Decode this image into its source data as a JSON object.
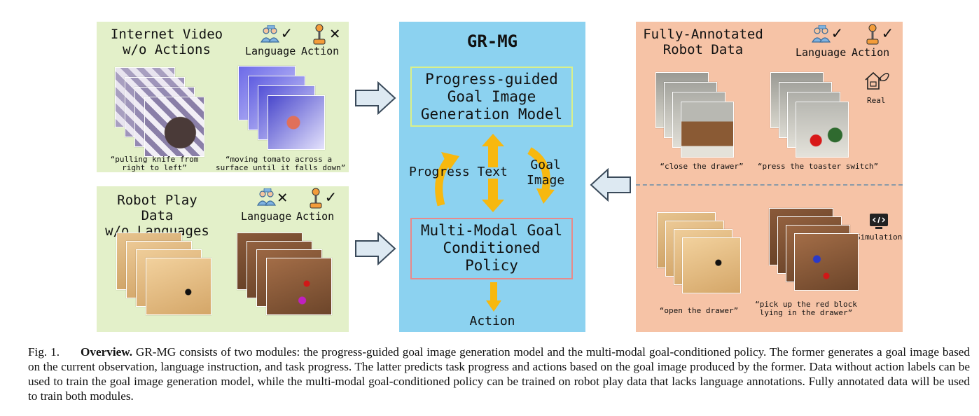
{
  "figure": {
    "left_top": {
      "title_line1": "Internet Video",
      "title_line2": "w/o Actions",
      "language_label": "Language",
      "action_label": "Action",
      "language_mark": "✓",
      "action_mark": "✕",
      "caption1_line1": "“pulling knife from",
      "caption1_line2": "right to left”",
      "caption2_line1": "“moving tomato across a",
      "caption2_line2": "surface until it falls down”"
    },
    "left_bottom": {
      "title_line1": "Robot Play Data",
      "title_line2": "w/o Languages",
      "language_label": "Language",
      "action_label": "Action",
      "language_mark": "✕",
      "action_mark": "✓"
    },
    "center": {
      "title": "GR-MG",
      "top_box_line1": "Progress-guided",
      "top_box_line2": "Goal Image",
      "top_box_line3": "Generation Model",
      "progress_text": "Progress Text",
      "goal_image_line1": "Goal",
      "goal_image_line2": "Image",
      "bottom_box_line1": "Multi-Modal Goal",
      "bottom_box_line2": "Conditioned",
      "bottom_box_line3": "Policy",
      "action": "Action"
    },
    "right": {
      "title_line1": "Fully-Annotated",
      "title_line2": "Robot Data",
      "language_label": "Language",
      "action_label": "Action",
      "language_mark": "✓",
      "action_mark": "✓",
      "real_label": "Real",
      "sim_label": "Simulation",
      "caption1": "“close the drawer”",
      "caption2": "“press the toaster switch”",
      "caption3": "“open the drawer”",
      "caption4_line1": "“pick up the red block",
      "caption4_line2": "lying in the drawer”"
    },
    "colors": {
      "left_panel": "#e3f0c9",
      "center_panel": "#8cd2f0",
      "right_panel": "#f6c3a6",
      "top_box_border": "#d9f08a",
      "bottom_box_border": "#e88a8a",
      "arrow_yellow": "#f7b80f"
    }
  },
  "caption": {
    "label": "Fig. 1.",
    "bold": "Overview.",
    "text": "GR-MG consists of two modules: the progress-guided goal image generation model and the multi-modal goal-conditioned policy. The former generates a goal image based on the current observation, language instruction, and task progress. The latter predicts task progress and actions based on the goal image produced by the former. Data without action labels can be used to train the goal image generation model, while the multi-modal goal-conditioned policy can be trained on robot play data that lacks language annotations. Fully annotated data will be used to train both modules."
  }
}
